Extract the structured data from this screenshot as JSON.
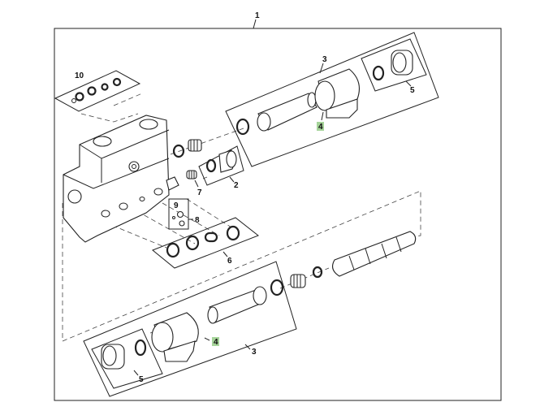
{
  "diagram": {
    "type": "exploded-parts-view",
    "highlight_color": "#a6d49a",
    "callouts": [
      {
        "id": "c1",
        "label": "1"
      },
      {
        "id": "c2",
        "label": "2"
      },
      {
        "id": "c3a",
        "label": "3"
      },
      {
        "id": "c3b",
        "label": "3"
      },
      {
        "id": "c4a",
        "label": "4",
        "highlighted": true
      },
      {
        "id": "c4b",
        "label": "4",
        "highlighted": true
      },
      {
        "id": "c5a",
        "label": "5"
      },
      {
        "id": "c5b",
        "label": "5"
      },
      {
        "id": "c6",
        "label": "6"
      },
      {
        "id": "c7",
        "label": "7"
      },
      {
        "id": "c8",
        "label": "8"
      },
      {
        "id": "c9",
        "label": "9"
      },
      {
        "id": "c10",
        "label": "10"
      }
    ]
  }
}
